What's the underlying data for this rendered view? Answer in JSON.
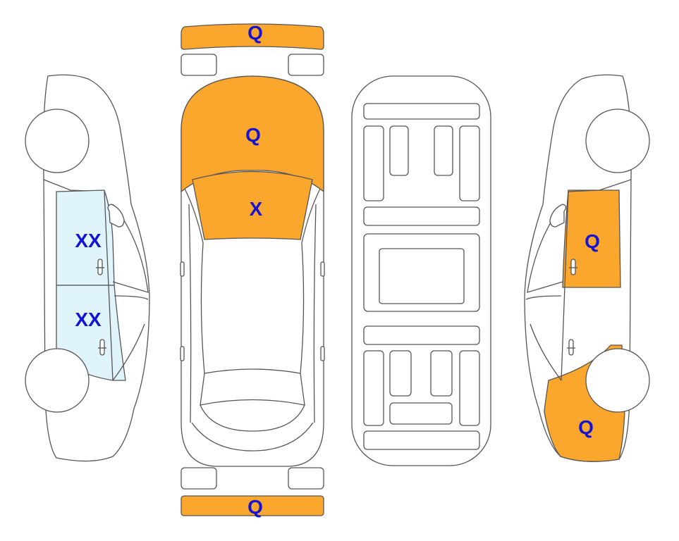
{
  "colors": {
    "damage_fill": "#FBA62D",
    "glass_fill": "#DFF4FB",
    "label": "#1414D2",
    "outline": "#555555"
  },
  "labels": {
    "front_bumper": "Q",
    "hood": "Q",
    "windshield": "X",
    "rear_bumper": "Q",
    "left_front_window": "XX",
    "left_rear_window": "XX",
    "right_front_door": "Q",
    "right_rear_quarter": "Q"
  }
}
